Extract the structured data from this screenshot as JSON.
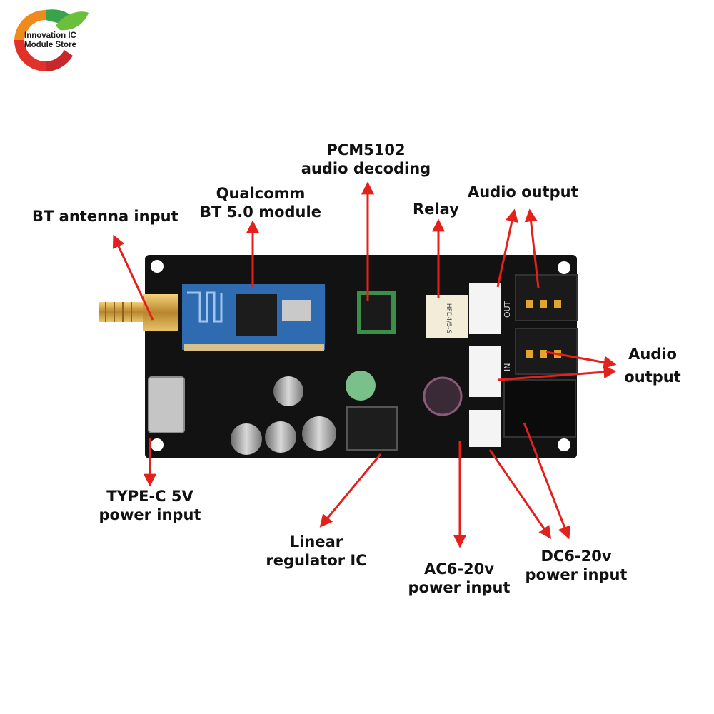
{
  "logo": {
    "line1": "Innovation IC",
    "line2": "Module Store"
  },
  "labels": {
    "bt_antenna": "BT antenna input",
    "qualcomm_1": "Qualcomm",
    "qualcomm_2": "BT 5.0 module",
    "pcm_1": "PCM5102",
    "pcm_2": "audio decoding",
    "relay": "Relay",
    "audio_output_top": "Audio output",
    "audio_output_right_1": "Audio",
    "audio_output_right_2": "output",
    "typec_1": "TYPE-C 5V",
    "typec_2": "power input",
    "linear_1": "Linear",
    "linear_2": "regulator IC",
    "ac_1": "AC6-20v",
    "ac_2": "power input",
    "dc_1": "DC6-20v",
    "dc_2": "power input"
  },
  "board_silkscreen": {
    "out": "OUT",
    "in": "IN",
    "relay_chip": "HFD4/5-S"
  },
  "colors": {
    "arrow": "#e3201b",
    "board": "#121212",
    "bt_module": "#2e6bb0"
  }
}
